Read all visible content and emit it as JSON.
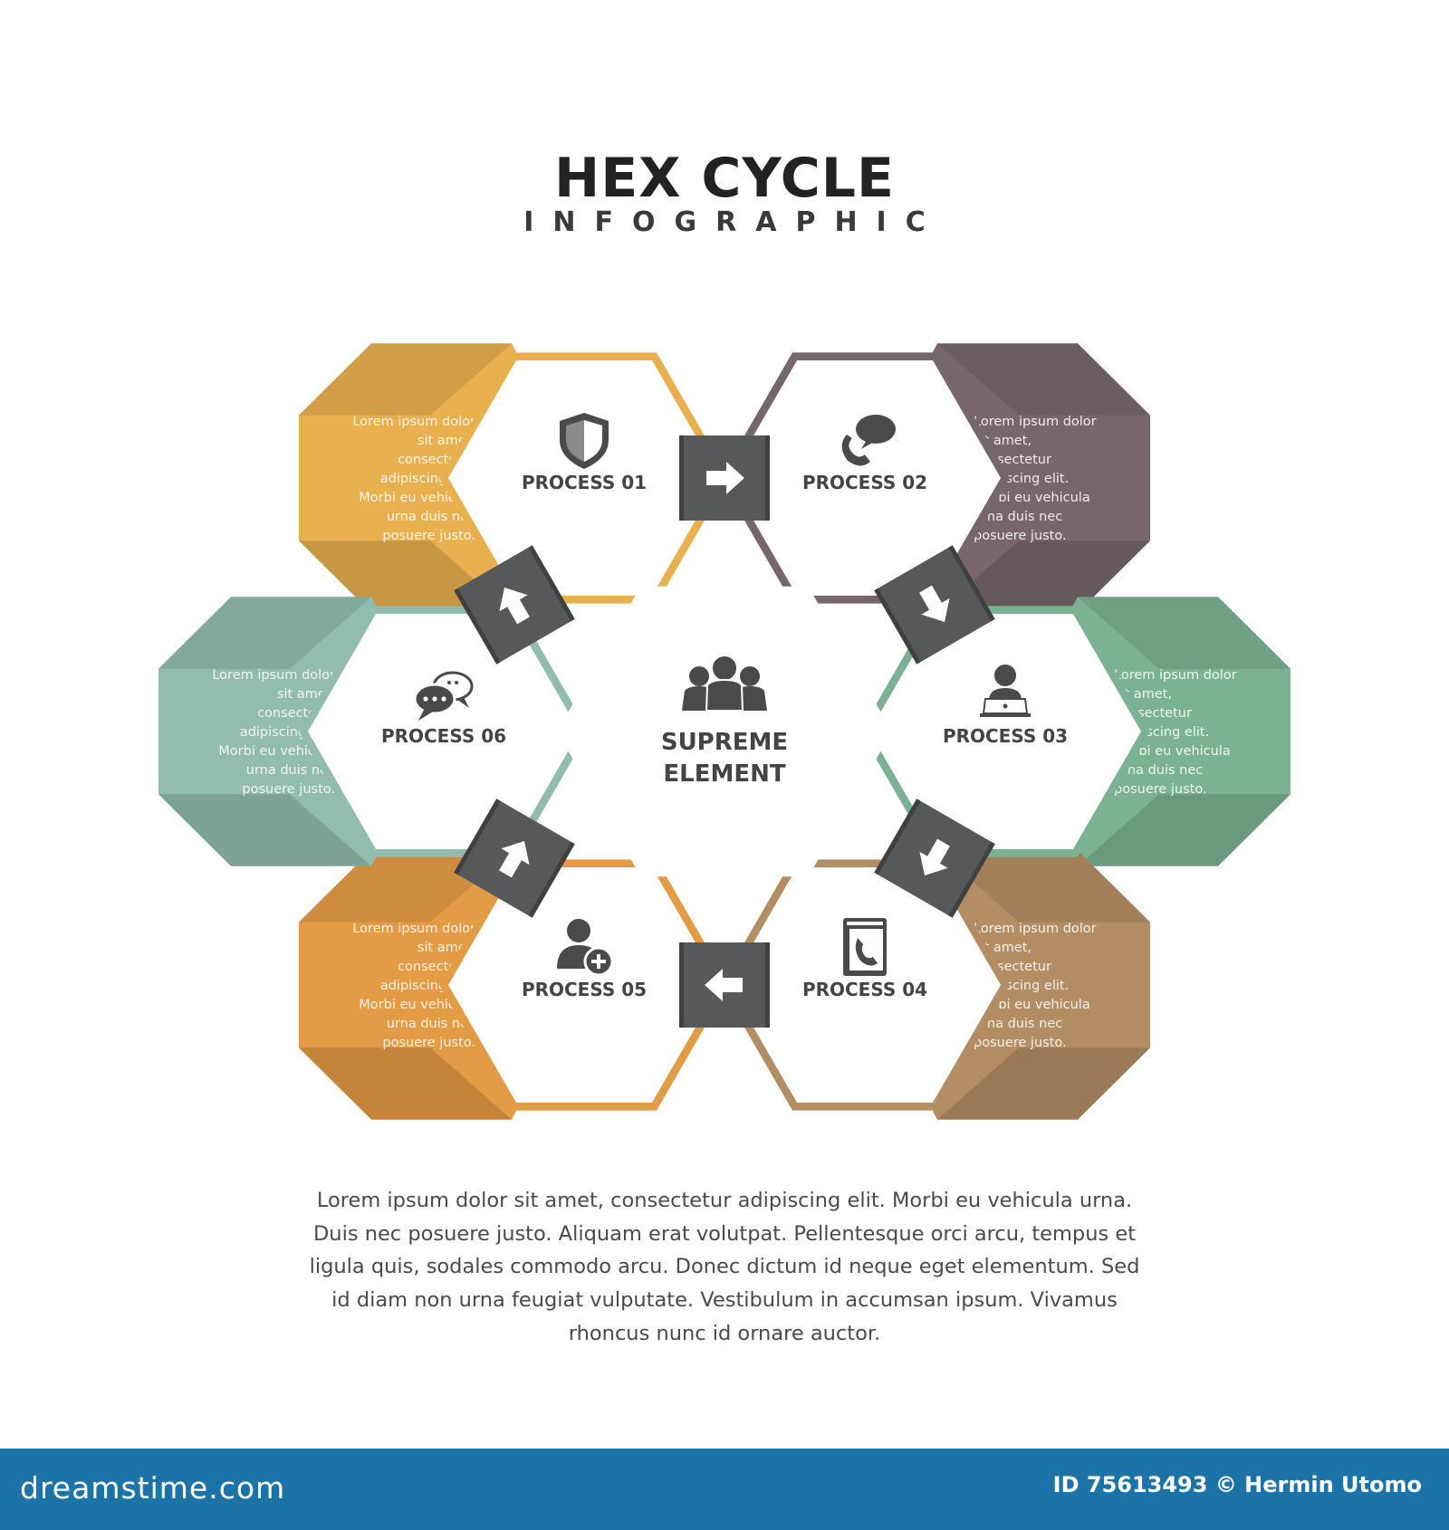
{
  "header": {
    "title": "HEX CYCLE",
    "subtitle": "INFOGRAPHIC"
  },
  "center": {
    "line1": "SUPREME",
    "line2": "ELEMENT",
    "icon": "team-icon"
  },
  "processes": [
    {
      "label": "PROCESS 01",
      "icon": "shield-icon",
      "color": "#e9b04f",
      "text_lines": [
        "Lorem ipsum dolor",
        "sit amet,",
        "consectetur",
        "adipiscing elit.",
        "Morbi eu vehicula",
        "urna duis nec",
        "posuere justo."
      ]
    },
    {
      "label": "PROCESS 02",
      "icon": "phone-chat-icon",
      "color": "#77676b",
      "text_lines": [
        "Lorem ipsum dolor",
        "sit amet,",
        "consectetur",
        "adipiscing elit.",
        "Morbi eu vehicula",
        "urna duis nec",
        "posuere justo."
      ]
    },
    {
      "label": "PROCESS 03",
      "icon": "user-laptop-icon",
      "color": "#7bb293",
      "text_lines": [
        "Lorem ipsum dolor",
        "sit amet,",
        "consectetur",
        "adipiscing elit.",
        "Morbi eu vehicula",
        "urna duis nec",
        "posuere justo."
      ]
    },
    {
      "label": "PROCESS 04",
      "icon": "phone-book-icon",
      "color": "#b38e64",
      "text_lines": [
        "Lorem ipsum dolor",
        "sit amet,",
        "consectetur",
        "adipiscing elit.",
        "Morbi eu vehicula",
        "urna duis nec",
        "posuere justo."
      ]
    },
    {
      "label": "PROCESS 05",
      "icon": "add-user-icon",
      "color": "#e49b45",
      "text_lines": [
        "Lorem ipsum dolor",
        "sit amet,",
        "consectetur",
        "adipiscing elit.",
        "Morbi eu vehicula",
        "urna duis nec",
        "posuere justo."
      ]
    },
    {
      "label": "PROCESS 06",
      "icon": "chat-bubbles-icon",
      "color": "#92bcad",
      "text_lines": [
        "Lorem ipsum dolor",
        "sit amet,",
        "consectetur",
        "adipiscing elit.",
        "Morbi eu vehicula",
        "urna duis nec",
        "posuere justo."
      ]
    }
  ],
  "connectors": [
    {
      "from": "PROCESS 01",
      "to": "PROCESS 02",
      "icon": "arrow-right-icon"
    },
    {
      "from": "PROCESS 02",
      "to": "PROCESS 03",
      "icon": "arrow-down-icon"
    },
    {
      "from": "PROCESS 03",
      "to": "PROCESS 04",
      "icon": "arrow-down-icon"
    },
    {
      "from": "PROCESS 04",
      "to": "PROCESS 05",
      "icon": "arrow-left-icon"
    },
    {
      "from": "PROCESS 05",
      "to": "PROCESS 06",
      "icon": "arrow-up-icon"
    },
    {
      "from": "PROCESS 06",
      "to": "PROCESS 01",
      "icon": "arrow-up-icon"
    }
  ],
  "paragraph": "Lorem ipsum dolor sit amet, consectetur adipiscing elit. Morbi eu vehicula urna. Duis nec posuere justo. Aliquam erat volutpat. Pellentesque orci arcu, tempus et ligula quis, sodales commodo arcu. Donec dictum id neque eget elementum. Sed id diam non urna feugiat vulputate. Vestibulum in accumsan ipsum. Vivamus rhoncus nunc id ornare auctor.",
  "footer": {
    "site": "dreamstime.com",
    "credit": "ID 75613493 © Hermin Utomo",
    "color": "#1c73a8"
  },
  "colors": {
    "connector": "#57585a",
    "text_dark": "#444444"
  }
}
